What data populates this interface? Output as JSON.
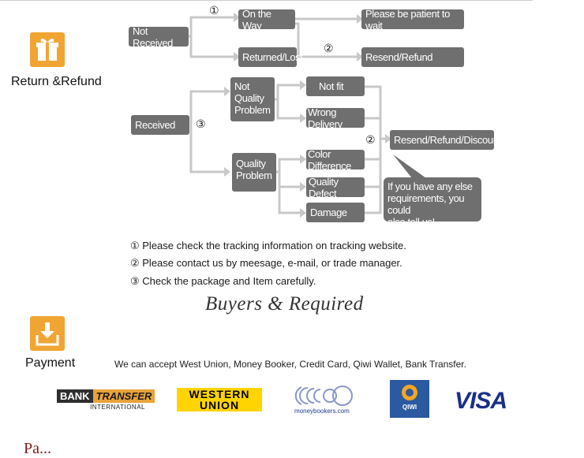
{
  "return_section": {
    "title": "Return &Refund",
    "icon": "gift-icon"
  },
  "flow": {
    "not_received": "Not Received",
    "on_the_way": "On the Way",
    "returned_lost": "Returned/Lost",
    "patient": "Please be patient to wait",
    "resend_refund": "Resend/Refund",
    "received": "Received",
    "not_quality_problem": "Not\nQuality\nProblem",
    "quality_problem": "Quality\nProblem",
    "not_fit": "Not fit",
    "wrong_delivery": "Wrong Delivery",
    "color_difference": "Color Difference",
    "quality_defect": "Quality Defect",
    "damage": "Damage",
    "resend_refund_discount": "Resend/Refund/Discount",
    "bubble": "If you have any else\nrequirements, you could\nalso tell us!",
    "mark1": "①",
    "mark2a": "②",
    "mark3": "③",
    "mark2b": "②"
  },
  "notes": [
    "① Please check the tracking information on tracking website.",
    "② Please contact us by meesage, e-mail, or trade manager.",
    "③ Check the package and Item carefully."
  ],
  "signature": "Buyers & Required",
  "payment_section": {
    "title": "Payment",
    "icon": "download-tray-icon",
    "text": "We can accept West Union, Money Booker, Credit Card, Qiwi Wallet, Bank Transfer."
  },
  "logos": {
    "bank_transfer_1": "BANK",
    "bank_transfer_2": "TRANSFER",
    "bank_transfer_sub": "INTERNATIONAL",
    "western": "WESTERN",
    "union": "UNION",
    "moneybookers": "moneybookers.com",
    "qiwi": "QIWI",
    "visa": "VISA"
  },
  "colors": {
    "box": "#6f6f6f",
    "icon_orange": "#f0a533",
    "connector": "#cccccc"
  },
  "next_section_partial": "Pa..."
}
